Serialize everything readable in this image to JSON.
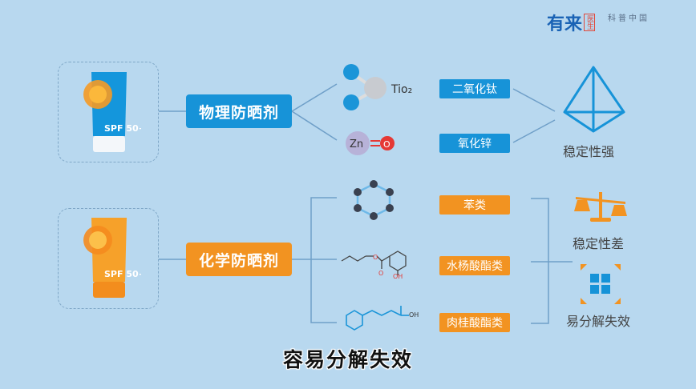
{
  "brand": {
    "name": "有来",
    "badge": "医生",
    "partner": "科普中国"
  },
  "physical": {
    "label": "物理防晒剂",
    "color": "#1793d8"
  },
  "chemical": {
    "label": "化学防晒剂",
    "color": "#f29321"
  },
  "physical_items": [
    {
      "name": "二氧化钛",
      "formula": "Tio₂"
    },
    {
      "name": "氧化锌",
      "formula": "Zn",
      "formula_o": "O"
    }
  ],
  "chemical_items": [
    {
      "name": "苯类"
    },
    {
      "name": "水杨酸酯类",
      "atom": "O",
      "atom2": "OH"
    },
    {
      "name": "肉桂酸酯类",
      "atom": "OH"
    }
  ],
  "tube_label": "SPF 50+",
  "results": {
    "stable": "稳定性强",
    "unstable": "稳定性差",
    "decompose": "易分解失效"
  },
  "subtitle": "容易分解失效"
}
